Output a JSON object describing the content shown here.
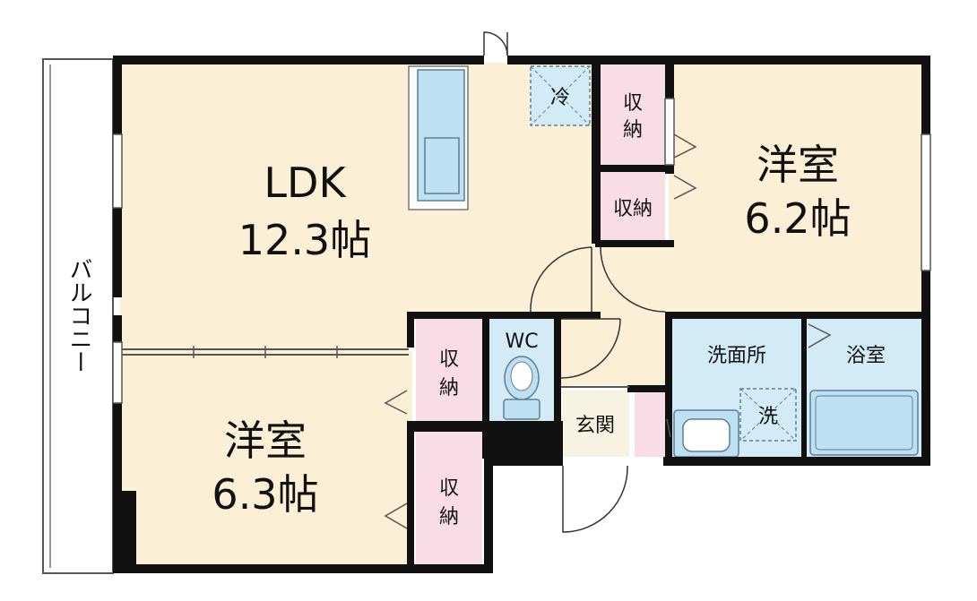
{
  "colors": {
    "wall": "#111111",
    "room_floor": "#fbf0d6",
    "storage_floor": "#f9dde6",
    "water_floor": "#d3ebf7",
    "entrance_floor": "#f8f2e2",
    "fixture_fill": "#bfe0f3",
    "fixture_line": "#5a7f93"
  },
  "rooms": {
    "ldk": {
      "name": "LDK",
      "size": "12.3帖"
    },
    "bedroom_east": {
      "name": "洋室",
      "size": "6.2帖"
    },
    "bedroom_west": {
      "name": "洋室",
      "size": "6.3帖"
    },
    "wc": "WC",
    "washroom": "洗面所",
    "bathroom": "浴室",
    "entrance": "玄関",
    "balcony": "バルコニー",
    "fridge_mark": "冷",
    "washer_mark": "洗",
    "storage_top_1": [
      "収",
      "納"
    ],
    "storage_top_2": "収納",
    "storage_mid": [
      "収",
      "納"
    ],
    "storage_low": [
      "収",
      "納"
    ]
  }
}
